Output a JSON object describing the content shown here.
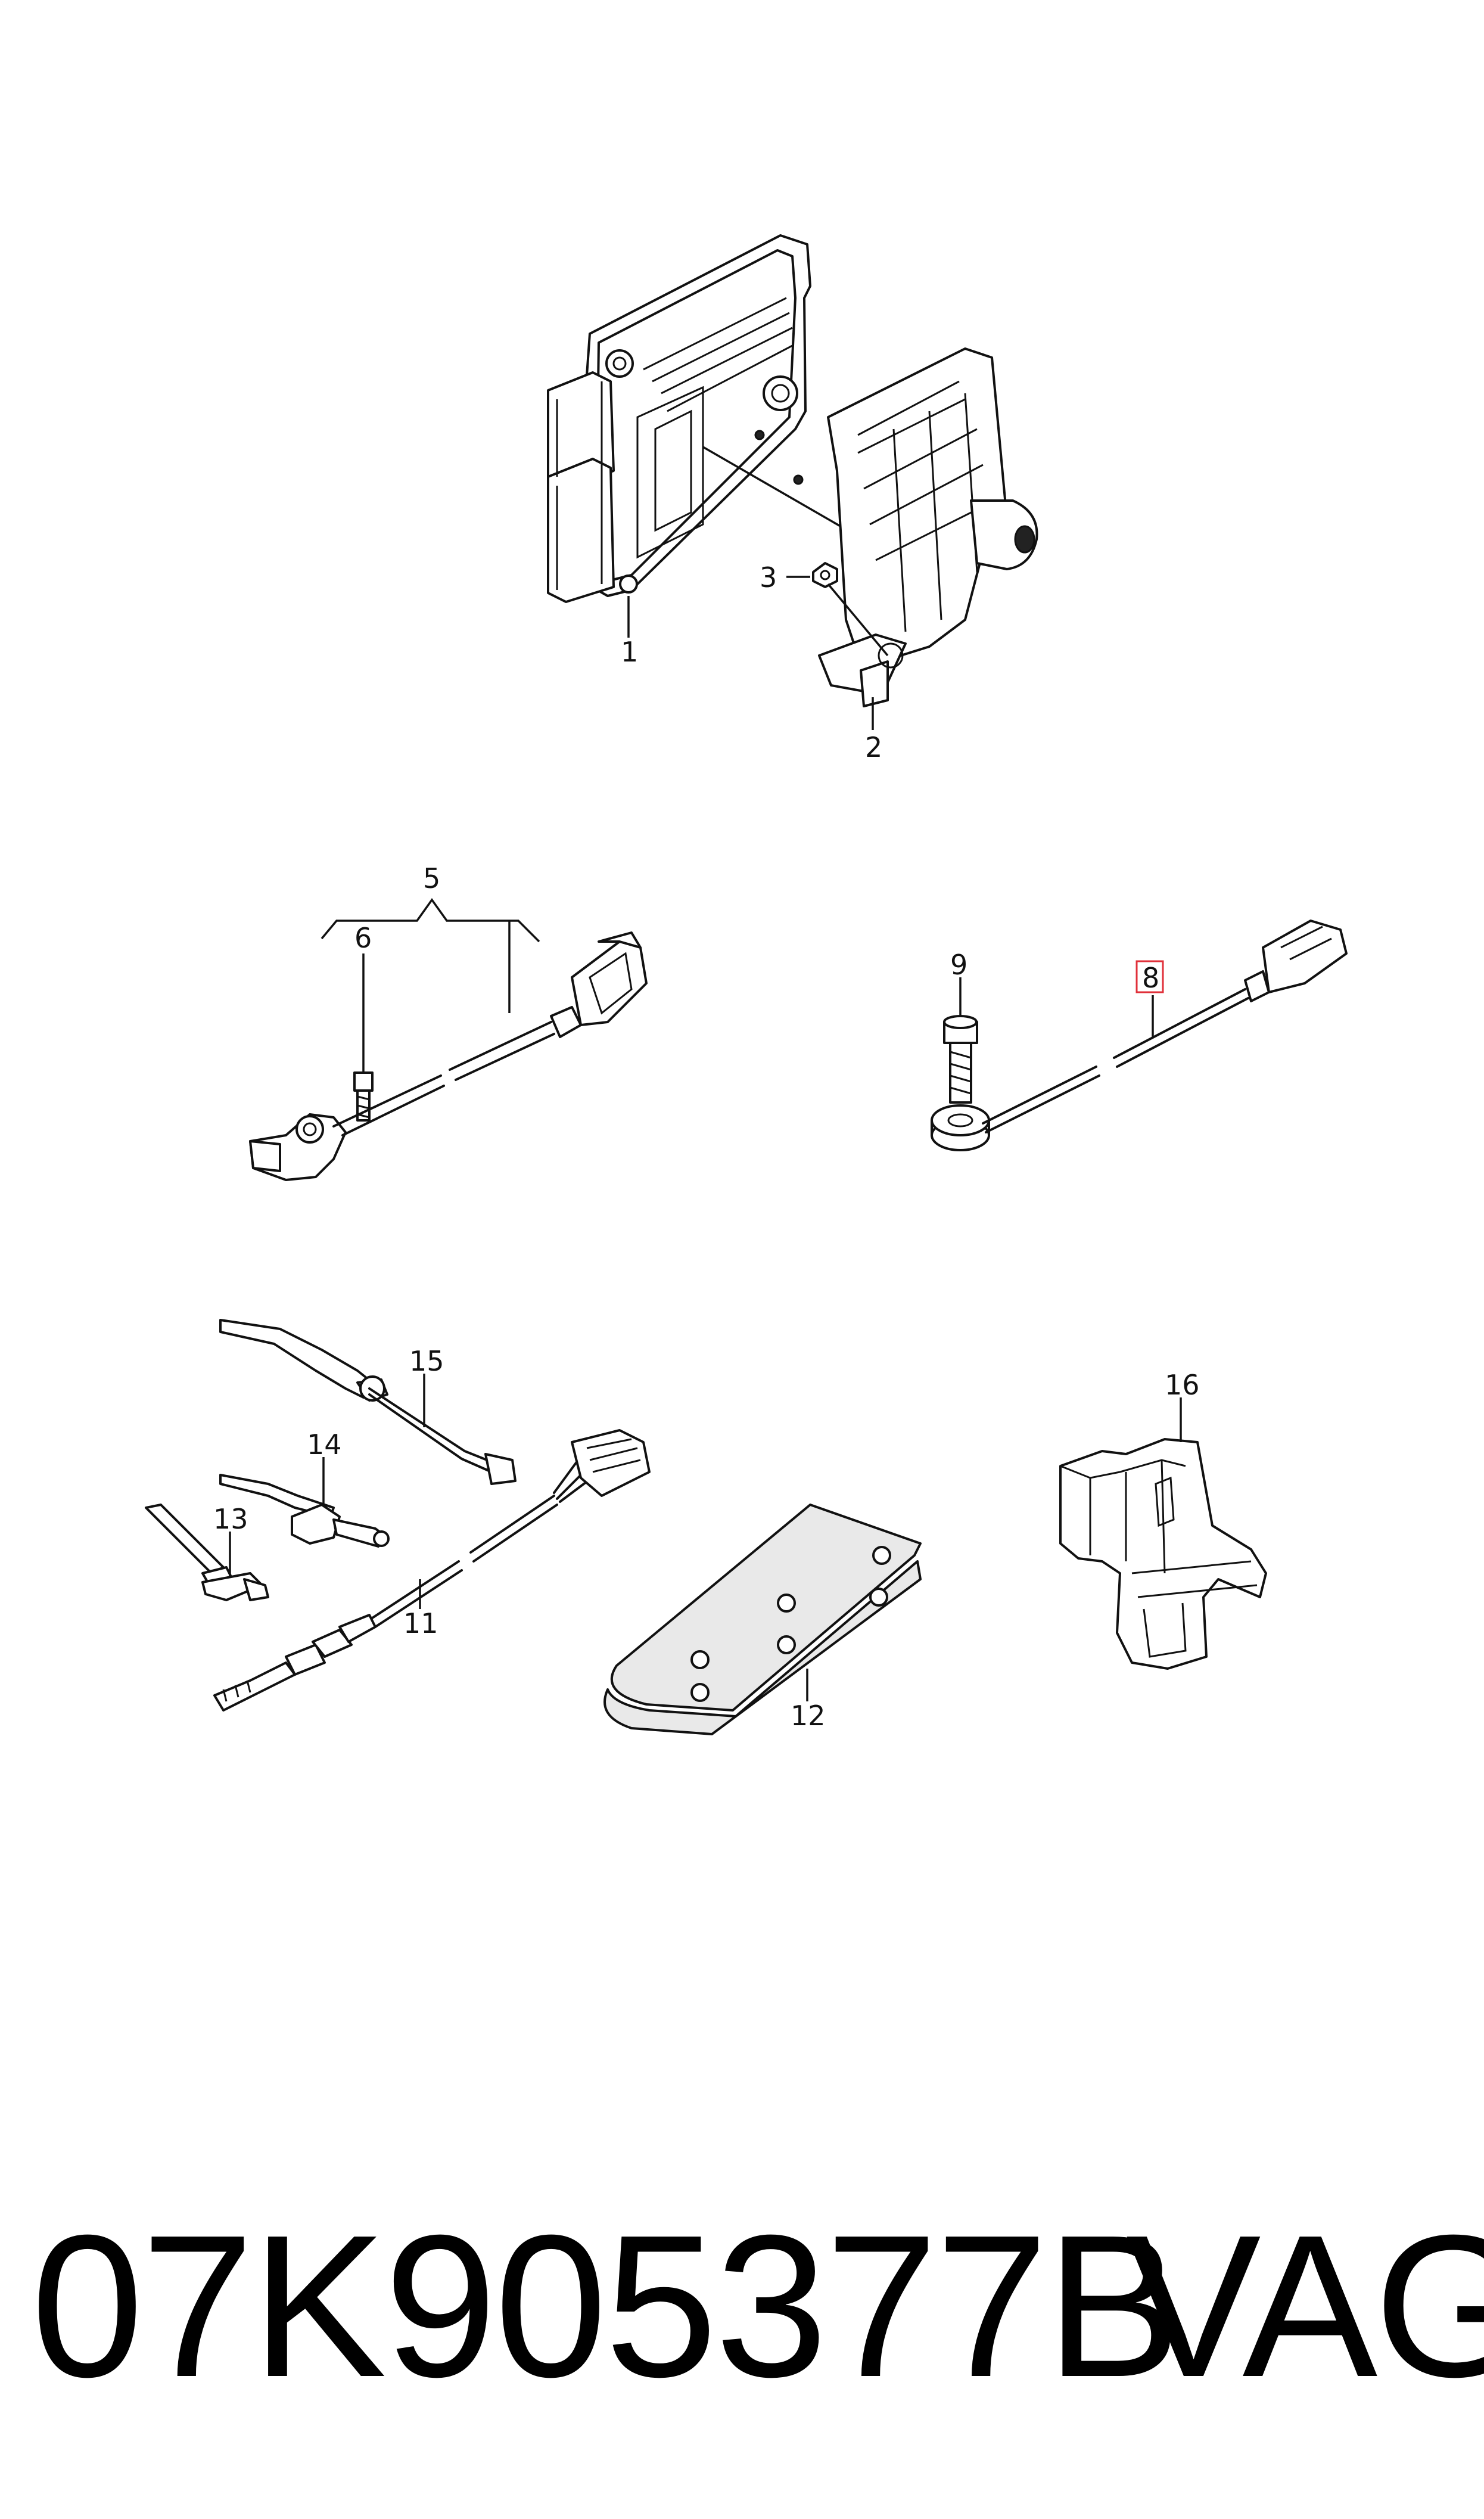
{
  "callouts": {
    "c1": "1",
    "c2": "2",
    "c3": "3",
    "c5": "5",
    "c6": "6",
    "c8": "8",
    "c9": "9",
    "c11": "11",
    "c12": "12",
    "c13": "13",
    "c14": "14",
    "c15": "15",
    "c16": "16"
  },
  "highlight_color": "#e0303a",
  "footer": {
    "part_number": "07K905377B",
    "brand": "VAG"
  }
}
